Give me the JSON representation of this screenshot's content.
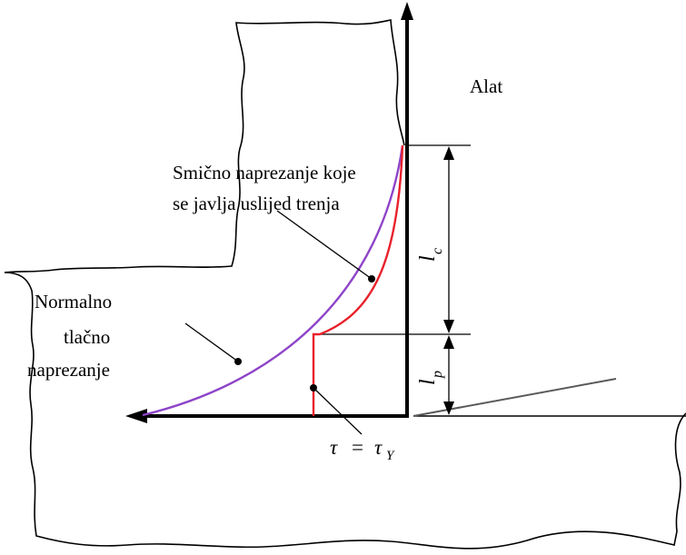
{
  "labels": {
    "tool": "Alat",
    "shear_line1": "Smično naprezanje koje",
    "shear_line2": "se javlja uslijed trenja",
    "normal_line1": "Normalno",
    "normal_line2": "tlačno",
    "normal_line3": "naprezanje",
    "lc_main": "l",
    "lc_sub": "c",
    "lp_main": "l",
    "lp_sub": "p",
    "tau_left": "τ",
    "tau_eq": "=",
    "tau_right": "τ",
    "tau_sub": "Y"
  },
  "colors": {
    "normal_stress_curve": "#8e44c8",
    "shear_stress_curve": "#e8212b",
    "outline": "#000000",
    "tool_face": "#5a5a5a"
  }
}
